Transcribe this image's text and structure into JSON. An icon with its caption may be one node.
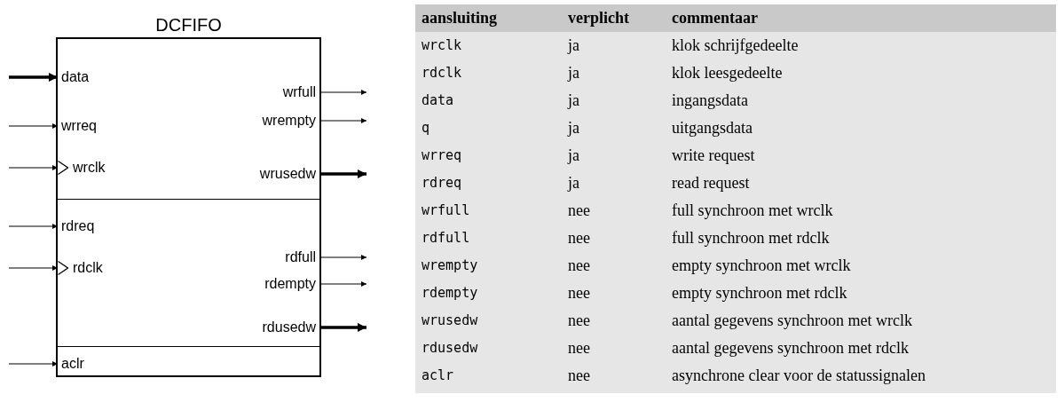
{
  "diagram": {
    "nodes": [
      {
        "text": [
          "DCFIFO"
        ]
      },
      {
        "text": [
          "data"
        ],
        "in": 0
      },
      {
        "text": [
          "wrfull"
        ],
        "in": 0
      },
      {
        "text": [
          "wrreq"
        ],
        "in": 0
      },
      {
        "text": [
          "wrempty"
        ],
        "in": 0
      },
      {
        "text": [
          "wrclk"
        ],
        "in": 0
      },
      {
        "text": [
          "wrusedw"
        ],
        "in": 0
      },
      {
        "text": [
          "rdreq"
        ],
        "in": 0
      },
      {
        "text": [
          "rdfull"
        ],
        "in": 0
      },
      {
        "text": [
          "rdempty"
        ],
        "in": 0
      },
      {
        "text": [
          "rdclk"
        ],
        "in": 0
      },
      {
        "text": [
          "rdusedw"
        ],
        "in": 0
      },
      {
        "text": [
          "aclr"
        ],
        "in": 0
      }
    ],
    "edges": [
      {
        "from": null,
        "to": 1,
        "arrow": "to",
        "style": "thick"
      },
      {
        "from": 2,
        "to": null,
        "arrow": "to"
      },
      {
        "from": null,
        "to": 3,
        "arrow": "to"
      },
      {
        "from": 4,
        "to": null,
        "arrow": "to"
      },
      {
        "from": null,
        "to": 5,
        "arrow": "to"
      },
      {
        "from": 6,
        "to": null,
        "arrow": "to",
        "style": "thick"
      },
      {
        "from": null,
        "to": 7,
        "arrow": "to"
      },
      {
        "from": 8,
        "to": null,
        "arrow": "to"
      },
      {
        "from": 9,
        "to": null,
        "arrow": "to"
      },
      {
        "from": null,
        "to": 10,
        "arrow": "to"
      },
      {
        "from": 11,
        "to": null,
        "arrow": "to",
        "style": "thick"
      },
      {
        "from": null,
        "to": 12,
        "arrow": "to"
      }
    ],
    "labels": [
      "aansluiting",
      "verplicht",
      "commentaar",
      "wrclk",
      "ja",
      "klok schrijfgedeelte",
      "rdclk",
      "ja",
      "klok leesgedeelte",
      "data",
      "ja",
      "ingangsdata",
      "q",
      "ja",
      "uitgangsdata",
      "wrreq",
      "ja",
      "write request",
      "rdreq",
      "ja",
      "read request",
      "wrfull",
      "nee",
      "full synchroon met wrclk",
      "rdfull",
      "nee",
      "full synchroon met rdclk",
      "wrempty",
      "nee",
      "empty synchroon met wrclk",
      "rdempty",
      "nee",
      "empty synchroon met rdclk",
      "wrusedw",
      "nee",
      "aantal gegevens synchroon met wrclk",
      "rdusedw",
      "nee",
      "aantal gegevens synchroon met rdclk",
      "aclr",
      "nee",
      "asynchrone clear voor de statussignalen"
    ]
  }
}
